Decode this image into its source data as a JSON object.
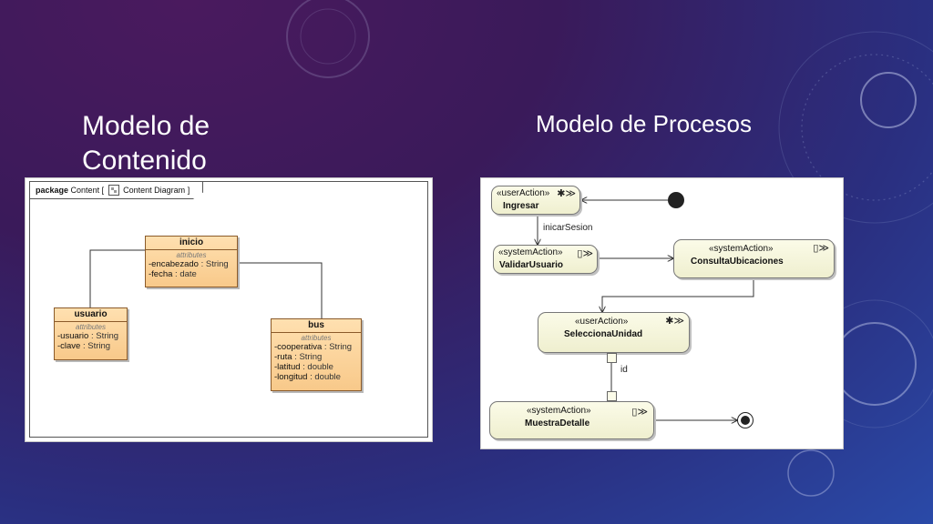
{
  "titles": {
    "left": "Modelo de Contenido",
    "right": "Modelo de Procesos"
  },
  "content_diagram": {
    "frame_keyword": "package",
    "frame_name": "Content",
    "frame_bracket_open": "[",
    "frame_diagram_name": "Content Diagram",
    "frame_bracket_close": "]",
    "section_label": "attributes",
    "classes": [
      {
        "name": "inicio",
        "attributes": [
          {
            "name": "-encabezado",
            "type": " : String"
          },
          {
            "name": "-fecha",
            "type": " : date"
          }
        ]
      },
      {
        "name": "usuario",
        "attributes": [
          {
            "name": "-usuario",
            "type": " : String"
          },
          {
            "name": "-clave",
            "type": " : String"
          }
        ]
      },
      {
        "name": "bus",
        "attributes": [
          {
            "name": "-cooperativa",
            "type": " : String"
          },
          {
            "name": "-ruta",
            "type": " : String"
          },
          {
            "name": "-latitud",
            "type": " : double"
          },
          {
            "name": "-longitud",
            "type": " : double"
          }
        ]
      }
    ]
  },
  "process_diagram": {
    "nodes": [
      {
        "stereotype": "«userAction»",
        "name": "Ingresar"
      },
      {
        "stereotype": "«systemAction»",
        "name": "ValidarUsuario"
      },
      {
        "stereotype": "«systemAction»",
        "name": "ConsultaUbicaciones"
      },
      {
        "stereotype": "«userAction»",
        "name": "SeleccionaUnidad"
      },
      {
        "stereotype": "«systemAction»",
        "name": "MuestraDetalle"
      }
    ],
    "edge_labels": {
      "inicar": "inicarSesion",
      "id": "id"
    }
  }
}
